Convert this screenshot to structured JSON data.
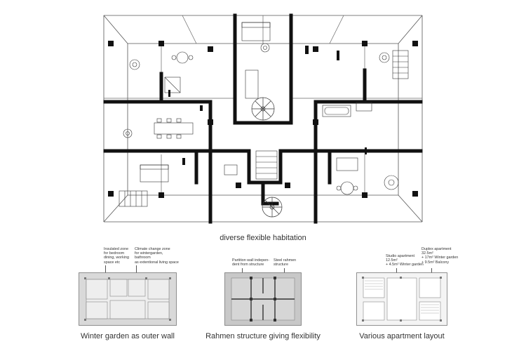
{
  "main": {
    "caption": "diverse flexible habitation"
  },
  "diagrams": [
    {
      "caption": "Winter garden as outer wall",
      "notes": [
        "Insulated zone\nfor bedroom\ndining, working\nspace etc",
        "Climate change zone\nfor wintergarden,\nbathroom\nas extentional living space"
      ]
    },
    {
      "caption": "Rahmen structure giving flexibility",
      "notes": [
        "Partition wall indepen-\ndent from structure",
        "Steel rahmen\nstructure"
      ]
    },
    {
      "caption": "Various apartment layout",
      "notes": [
        "Studio apartment\n12.5m²\n+ 4.5m² Winter garden",
        "Duplex apartment\n32.5m²\n+ 17m² Winter garden\n+ 9.5m² Balcony"
      ]
    }
  ],
  "colors": {
    "wall": "#111111",
    "line": "#555555",
    "zone_light": "#eeeeee",
    "zone_mid": "#d9d9d9",
    "zone_dark": "#c4c4c4"
  }
}
